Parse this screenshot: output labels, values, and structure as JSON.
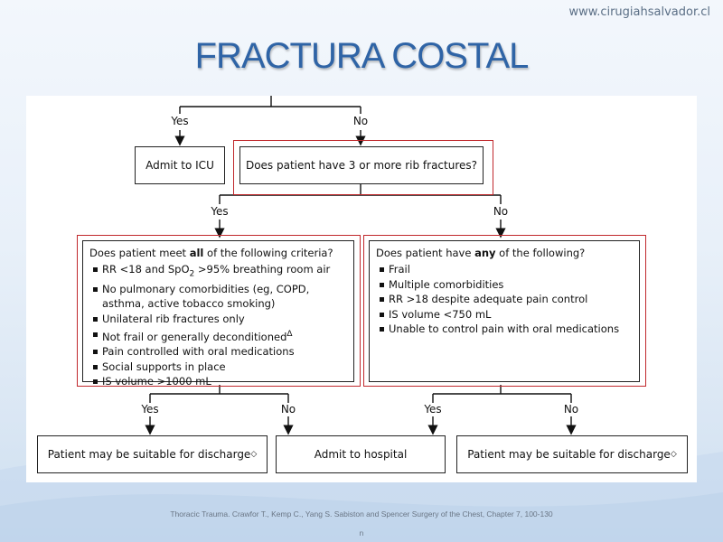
{
  "header": {
    "site_url": "www.cirugiahsalvador.cl",
    "title": "FRACTURA COSTAL"
  },
  "flow": {
    "top_yes": "Yes",
    "top_no": "No",
    "admit_icu": "Admit to ICU",
    "rib_question": "Does patient have 3 or more rib fractures?",
    "mid_yes": "Yes",
    "mid_no": "No",
    "left_box": {
      "question_pre": "Does patient meet ",
      "question_bold": "all",
      "question_post": " of the following criteria?",
      "item_rr_pre": "RR <18 and SpO",
      "item_rr_sub": "2",
      "item_rr_post": " >95% breathing room air",
      "item_pulm": "No pulmonary comorbidities (eg, COPD, asthma, active tobacco smoking)",
      "item_unilateral": "Unilateral rib fractures only",
      "item_frail": "Not frail or generally deconditioned",
      "item_frail_mark": "Δ",
      "item_pain": "Pain controlled with oral medications",
      "item_social": "Social supports in place",
      "item_is": "IS volume >1000 mL"
    },
    "right_box": {
      "question_pre": "Does patient have ",
      "question_bold": "any",
      "question_post": " of the following?",
      "items": [
        "Frail",
        "Multiple comorbidities",
        "RR >18 despite adequate pain control",
        "IS volume <750 mL",
        "Unable to control pain with oral medications"
      ]
    },
    "bottom_left_yes": "Yes",
    "bottom_left_no": "No",
    "bottom_right_yes": "Yes",
    "bottom_right_no": "No",
    "discharge_left": "Patient may be suitable for discharge",
    "discharge_left_mark": "◇",
    "admit_hospital": "Admit to hospital",
    "discharge_right": "Patient may be suitable for discharge",
    "discharge_right_mark": "◇"
  },
  "footer": {
    "citation": "Thoracic Trauma. Crawfor T., Kemp C., Yang S. Sabiston and Spencer Surgery of the Chest, Chapter 7, 100-130",
    "page_marker": "n"
  }
}
